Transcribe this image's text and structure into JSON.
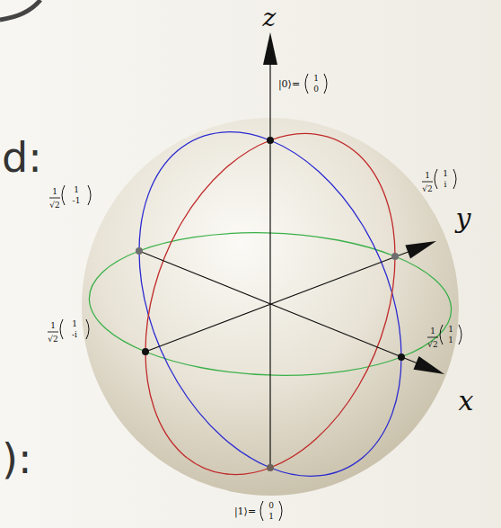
{
  "diagram": {
    "labels": [
      "z",
      "y",
      "x",
      "d:",
      "):",
      "|0⟩=",
      "1",
      "0",
      "|1⟩=",
      "0",
      "1",
      "1",
      "√2",
      "1",
      "i",
      "1",
      "√2",
      "1",
      "1",
      "1",
      "√2",
      "1",
      "-1",
      "1",
      "√2",
      "1",
      "-i"
    ]
  }
}
